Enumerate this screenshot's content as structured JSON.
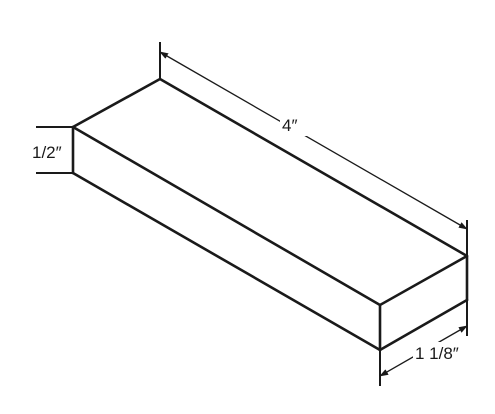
{
  "dimensions": {
    "length": "4″",
    "height": "1/2″",
    "width": "1 1/8″"
  },
  "colors": {
    "line": "#1a1a1a",
    "background": "#ffffff"
  }
}
